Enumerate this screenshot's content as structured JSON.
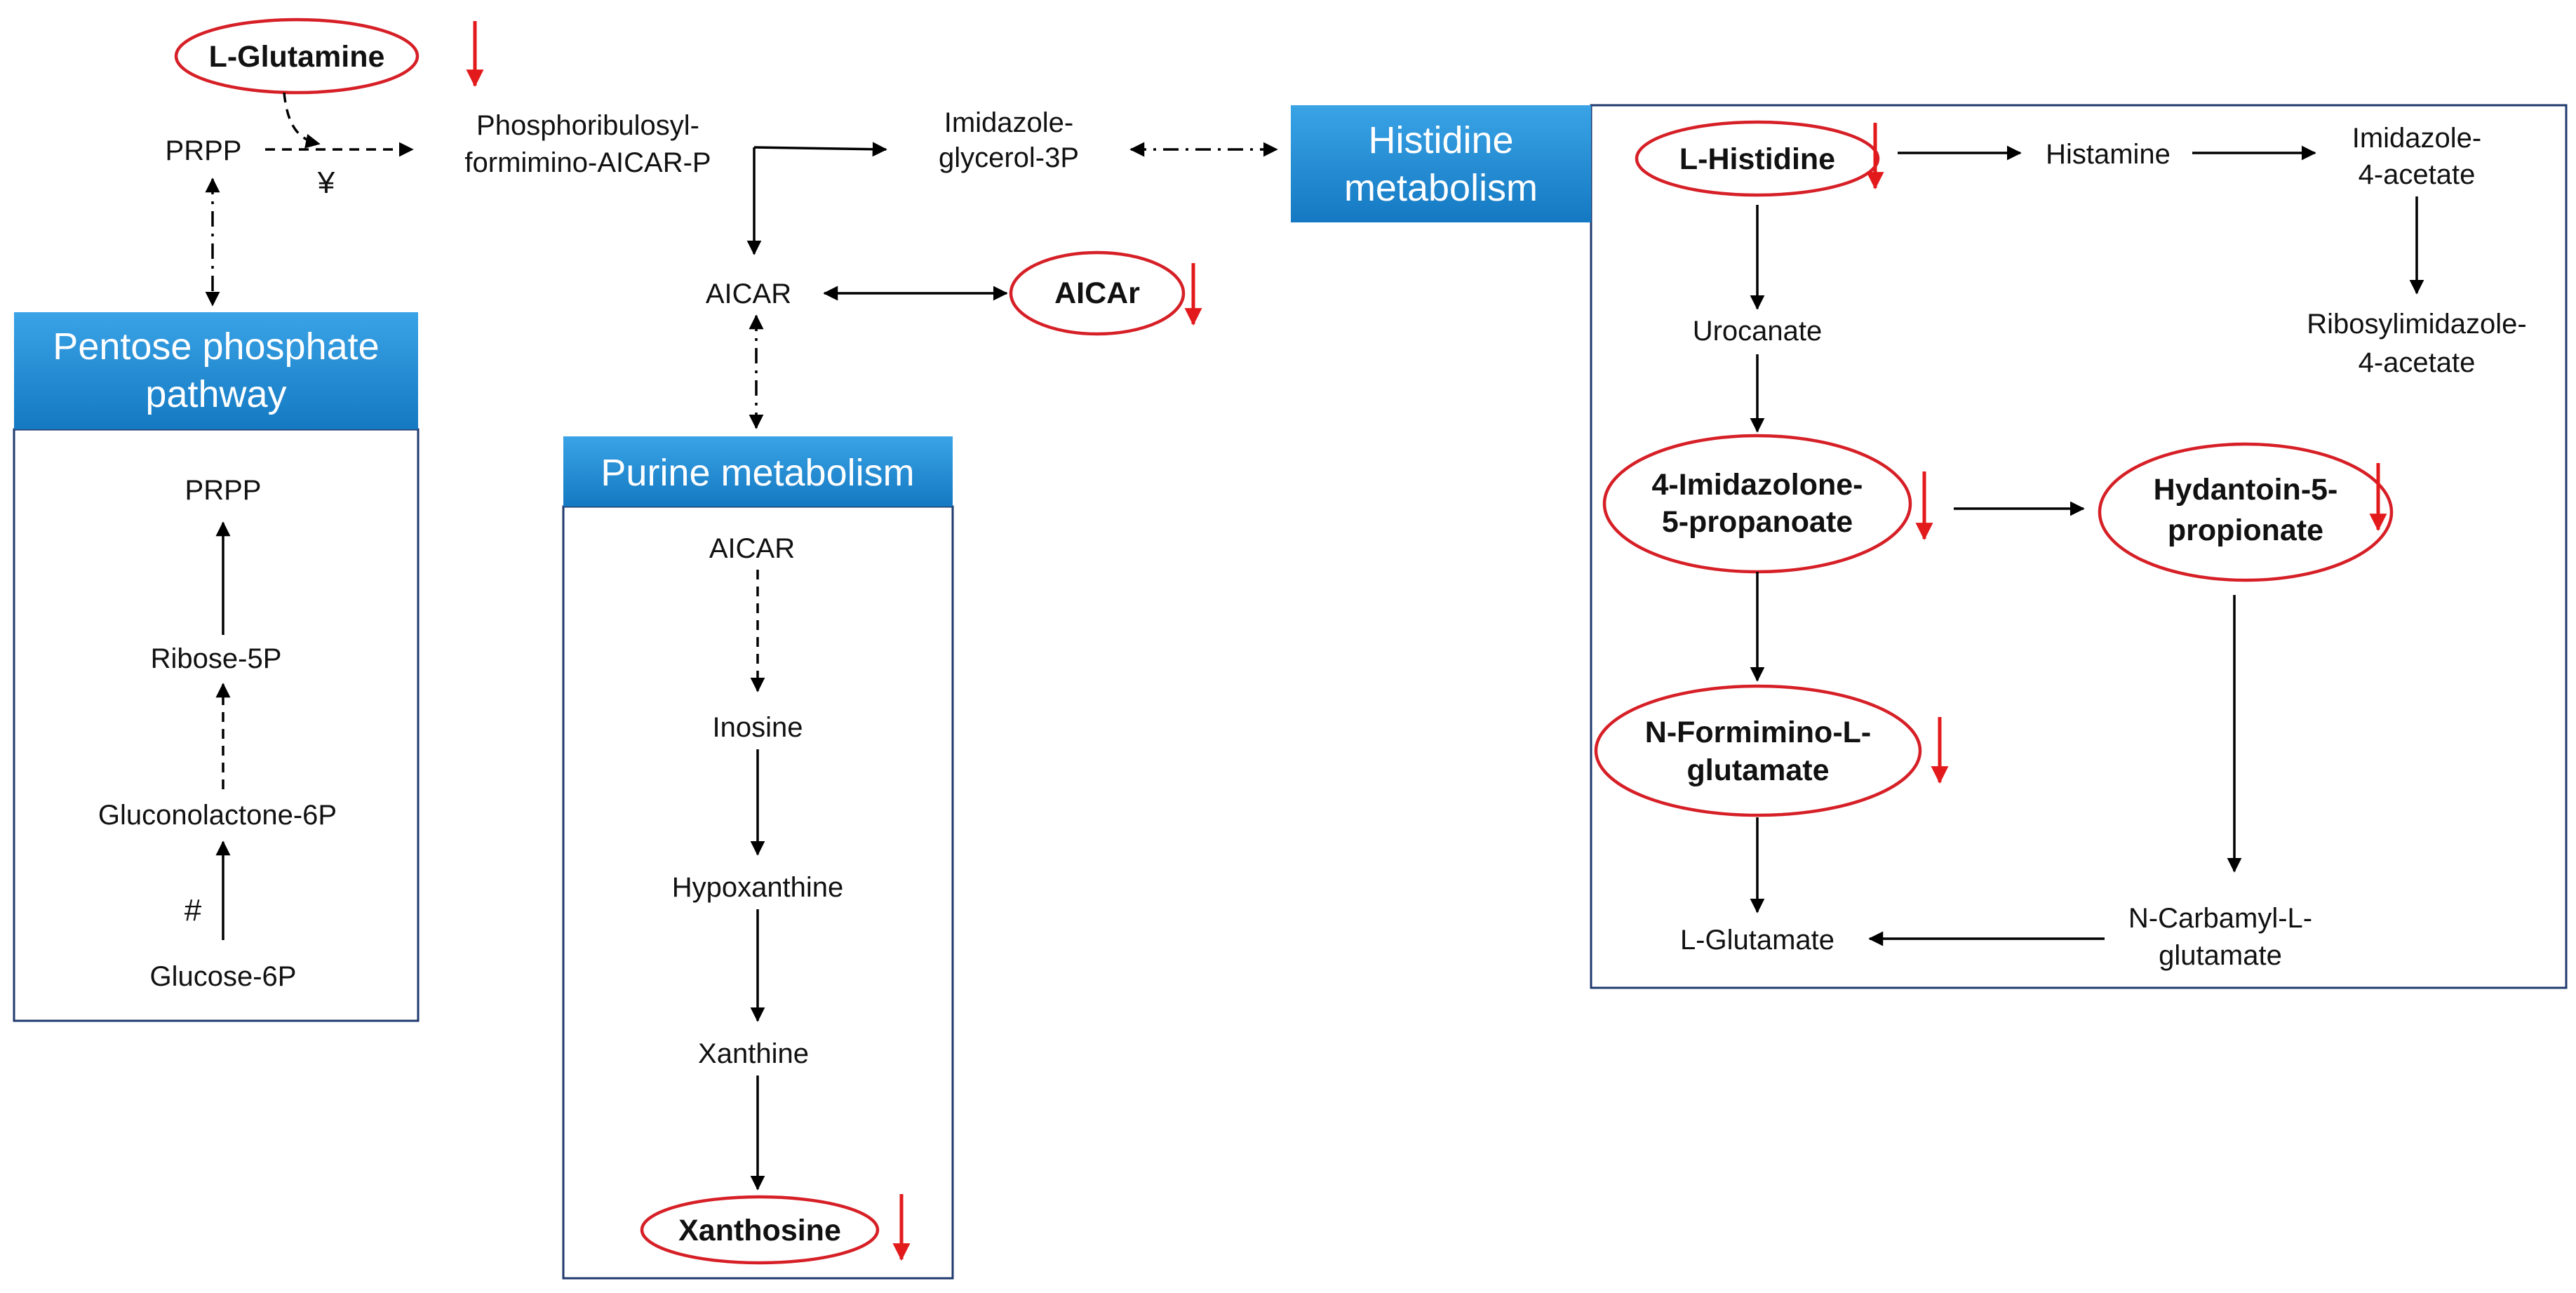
{
  "modules": {
    "pentose": "Pentose phosphate pathway",
    "purine": "Purine metabolism",
    "histidine": "Histidine metabolism"
  },
  "nodes": {
    "l_glutamine": "L-Glutamine",
    "prpp_top": "PRPP",
    "phosphoribulosyl": "Phosphoribulosyl-formimino-AICAR-P",
    "imidazole_glycerol": "Imidazole-glycerol-3P",
    "aicar_top": "AICAR",
    "aicar_r": "AICAr",
    "prpp_ppp": "PRPP",
    "ribose5p": "Ribose-5P",
    "gluconolactone": "Gluconolactone-6P",
    "glucose6p": "Glucose-6P",
    "aicar_purine": "AICAR",
    "inosine": "Inosine",
    "hypoxanthine": "Hypoxanthine",
    "xanthine": "Xanthine",
    "xanthosine": "Xanthosine",
    "l_histidine": "L-Histidine",
    "histamine": "Histamine",
    "imidazole_acetate": "Imidazole-4-acetate",
    "ribosylimidazole": "Ribosylimidazole-4-acetate",
    "urocanate": "Urocanate",
    "imidazolone": "4-Imidazolone-5-propanoate",
    "hydantoin": "Hydantoin-5-propionate",
    "formimino": "N-Formimino-L-glutamate",
    "l_glutamate": "L-Glutamate",
    "carbamyl": "N-Carbamyl-L-glutamate"
  },
  "symbols": {
    "yen": "¥",
    "hash": "#"
  },
  "colors": {
    "header_fill": "#1f8fd6",
    "highlight": "#d61f26",
    "down_arrow": "#e31a1c"
  }
}
